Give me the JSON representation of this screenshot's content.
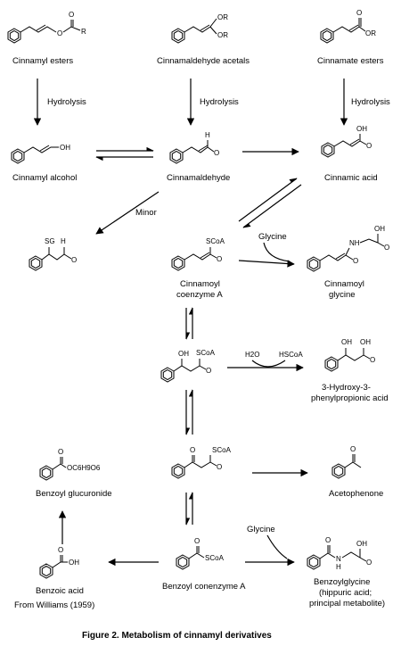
{
  "compounds": {
    "cinnamyl_esters": "Cinnamyl esters",
    "cinnamaldehyde_acetals": "Cinnamaldehyde acetals",
    "cinnamate_esters": "Cinnamate esters",
    "cinnamyl_alcohol": "Cinnamyl alcohol",
    "cinnamaldehyde": "Cinnamaldehyde",
    "cinnamic_acid": "Cinnamic acid",
    "cinnamoyl_coa_1": "Cinnamoyl",
    "cinnamoyl_coa_2": "coenzyme A",
    "cinnamoyl_glycine_1": "Cinnamoyl",
    "cinnamoyl_glycine_2": "glycine",
    "hydroxy_acid_1": "3-Hydroxy-3-",
    "hydroxy_acid_2": "phenylpropionic acid",
    "benzoyl_glucuronide": "Benzoyl glucuronide",
    "acetophenone": "Acetophenone",
    "benzoic_acid": "Benzoic acid",
    "benzoyl_coa": "Benzoyl conenzyme A",
    "benzoylglycine_1": "Benzoylglycine",
    "benzoylglycine_2": "(hippuric acid;",
    "benzoylglycine_3": "principal metabolite)"
  },
  "reactions": {
    "hydrolysis_1": "Hydrolysis",
    "hydrolysis_2": "Hydrolysis",
    "hydrolysis_3": "Hydrolysis",
    "minor": "Minor",
    "glycine_1": "Glycine",
    "glycine_2": "Glycine"
  },
  "atoms": {
    "o": "O",
    "or": "OR",
    "r": "R",
    "oh": "OH",
    "sg": "SG",
    "h": "H",
    "scoa": "SCoA",
    "nh": "NH",
    "n": "N",
    "h2o": "H2O",
    "hscoa": "HSCoA",
    "glucuronide_group": "OC6H9O6"
  },
  "source": "From Williams (1959)",
  "caption": "Figure 2.  Metabolism of cinnamyl derivatives"
}
